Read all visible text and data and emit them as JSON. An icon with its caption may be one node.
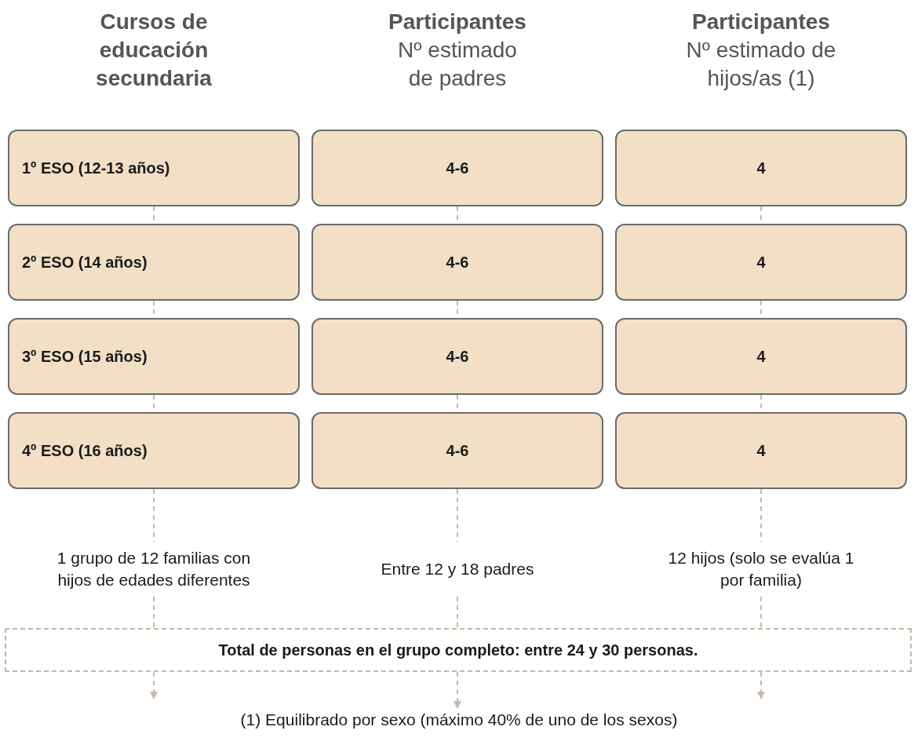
{
  "diagram": {
    "nodes": [
      {
        "text": [
          "1º ESO (12-13 años)"
        ]
      },
      {
        "text": [
          "2º ESO (14 años)"
        ]
      },
      {
        "text": [
          "3º ESO (15 años)"
        ]
      },
      {
        "text": [
          "4º ESO (16 años)"
        ]
      },
      {
        "text": [
          "4-6"
        ]
      },
      {
        "text": [
          "4-6"
        ]
      },
      {
        "text": [
          "4-6"
        ]
      },
      {
        "text": [
          "4-6"
        ]
      },
      {
        "text": [
          "4"
        ]
      },
      {
        "text": [
          "4"
        ]
      },
      {
        "text": [
          "4"
        ]
      },
      {
        "text": [
          "4"
        ]
      },
      {
        "text": [
          "1 grupo de 12 familias con hijos de edades diferentes"
        ]
      },
      {
        "text": [
          "Entre 12 y 18 padres"
        ]
      },
      {
        "text": [
          "12 hijos (solo se evalúa 1 por familia)"
        ]
      },
      {
        "text": [
          "Total de personas en el grupo completo: entre 24 y 30 personas."
        ]
      },
      {
        "text": [
          "(1) Equilibrado por sexo (máximo 40% de uno de los sexos)"
        ]
      }
    ],
    "edges": [
      {
        "from": 0,
        "to": 1,
        "arrow": "none",
        "style": "dashed"
      },
      {
        "from": 1,
        "to": 2,
        "arrow": "none",
        "style": "dashed"
      },
      {
        "from": 2,
        "to": 3,
        "arrow": "none",
        "style": "dashed"
      },
      {
        "from": 4,
        "to": 5,
        "arrow": "none",
        "style": "dashed"
      },
      {
        "from": 5,
        "to": 6,
        "arrow": "none",
        "style": "dashed"
      },
      {
        "from": 6,
        "to": 7,
        "arrow": "none",
        "style": "dashed"
      },
      {
        "from": 8,
        "to": 9,
        "arrow": "none",
        "style": "dashed"
      },
      {
        "from": 9,
        "to": 10,
        "arrow": "none",
        "style": "dashed"
      },
      {
        "from": 10,
        "to": 11,
        "arrow": "none",
        "style": "dashed"
      },
      {
        "from": 3,
        "to": 12,
        "arrow": "none",
        "style": "dashed"
      },
      {
        "from": 7,
        "to": 13,
        "arrow": "none",
        "style": "dashed"
      },
      {
        "from": 11,
        "to": 14,
        "arrow": "none",
        "style": "dashed"
      },
      {
        "from": 12,
        "to": 15,
        "arrow": "none",
        "style": "dashed"
      },
      {
        "from": 13,
        "to": 15,
        "arrow": "none",
        "style": "dashed"
      },
      {
        "from": 14,
        "to": 15,
        "arrow": "none",
        "style": "dashed"
      },
      {
        "from": 15,
        "to": null,
        "arrow": "to",
        "style": "dashed"
      },
      {
        "from": 15,
        "to": 16,
        "arrow": "to",
        "style": "dashed"
      },
      {
        "from": 15,
        "to": null,
        "arrow": "to",
        "style": "dashed"
      }
    ],
    "labels": [
      "Cursos de educación secundaria",
      "Participantes",
      "Nº estimado de padres",
      "Participantes",
      "Nº estimado de hijos/as (1)"
    ]
  }
}
